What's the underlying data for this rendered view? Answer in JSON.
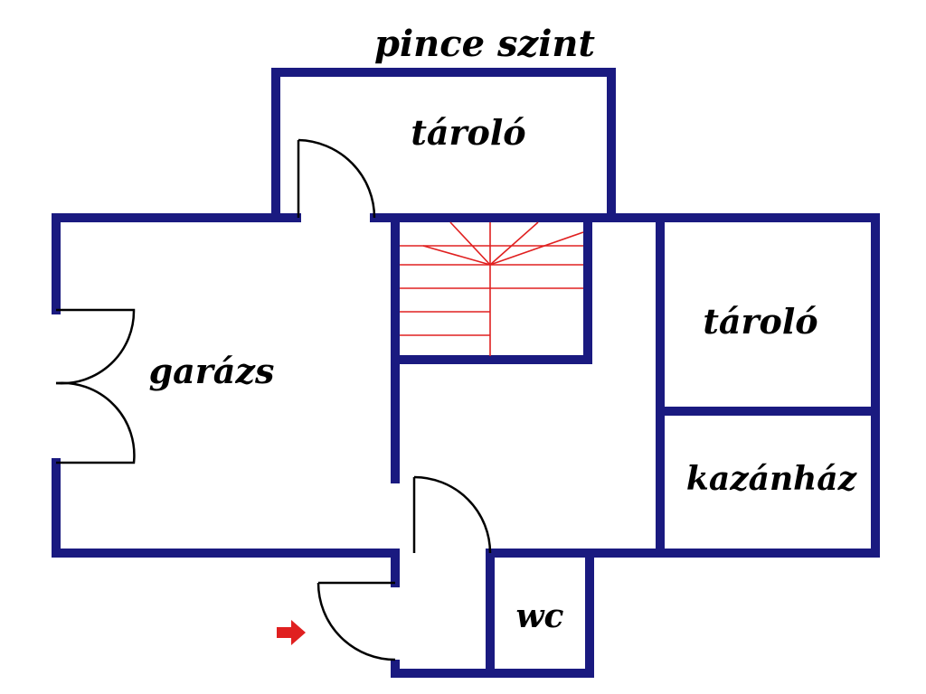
{
  "title": "pince szint",
  "rooms": {
    "storage_top": "tároló",
    "garage": "garázs",
    "storage_right": "tároló",
    "boiler": "kazánház",
    "wc": "wc"
  },
  "colors": {
    "walls": "#1a1a80",
    "stairs": "#e02020",
    "entrance_arrow": "#e02020",
    "doors": "#000000"
  },
  "icons": [
    "entrance-arrow-icon"
  ]
}
